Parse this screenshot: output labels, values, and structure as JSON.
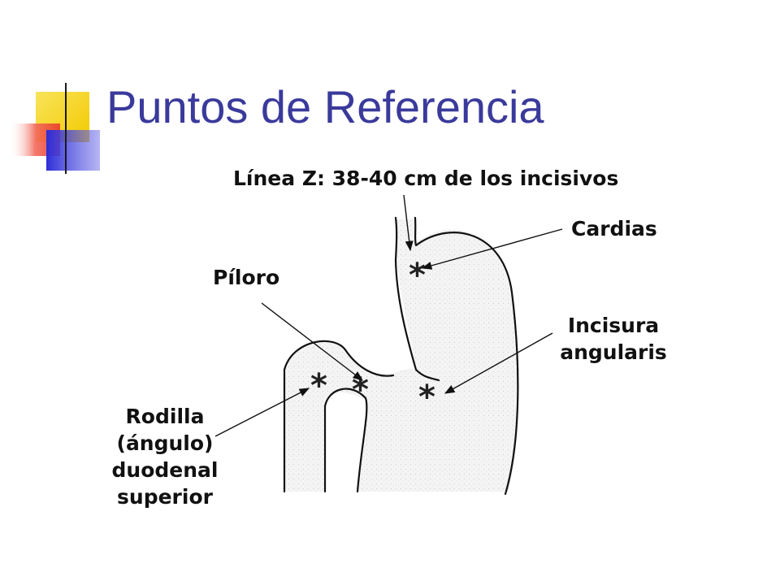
{
  "slide": {
    "title": "Puntos de Referencia"
  },
  "labels": {
    "linea_z": "Línea Z: 38-40 cm de los incisivos",
    "cardias": "Cardias",
    "piloro": "Píloro",
    "incisura_line1": "Incisura",
    "incisura_line2": "angularis",
    "rodilla_line1": "Rodilla",
    "rodilla_line2": "(ángulo)",
    "rodilla_line3": "duodenal",
    "rodilla_line4": "superior"
  },
  "colors": {
    "title": "#3a3a9c",
    "deco_yellow": "#f6d400",
    "deco_red": "#e8392a",
    "deco_blue": "#2d2dd8",
    "text": "#111111"
  }
}
